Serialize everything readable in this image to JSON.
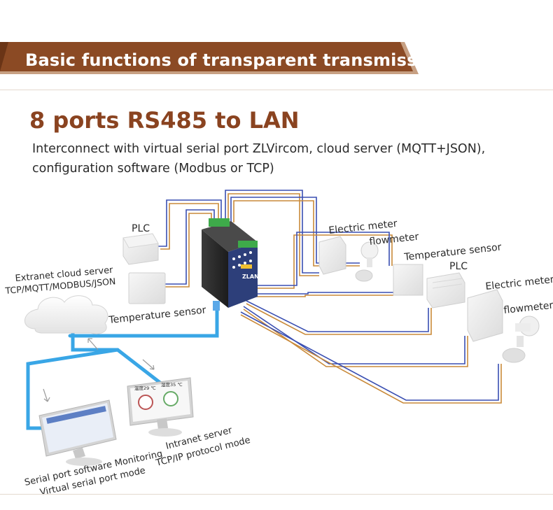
{
  "banner": {
    "title": "Basic functions of transparent transmission"
  },
  "heading": {
    "title": "8 ports RS485 to LAN",
    "subtitle_line1": "Interconnect with virtual serial port ZLVircom, cloud server (MQTT+JSON),",
    "subtitle_line2": "configuration software (Modbus or TCP)"
  },
  "colors": {
    "banner_bg": "#8b4a24",
    "banner_shadow": "#c7a083",
    "headline": "#8a4320",
    "wire_blue": "#3a4fb2",
    "wire_orange": "#c98a3a",
    "network_blue": "#39a6e6"
  },
  "device": {
    "brand": "ZLAN",
    "model": "ZLAN",
    "icon": "rs485-to-lan-converter-icon"
  },
  "left_devices": {
    "plc": "PLC",
    "temperature_sensor": "Temperature sensor",
    "cloud_line1": "Extranet cloud server",
    "cloud_line2": "TCP/MQTT/MODBUS/JSON"
  },
  "right_devices": {
    "electric_meter_1": "Electric meter",
    "flowmeter_1": "flowmeter",
    "temperature_sensor": "Temperature sensor",
    "plc": "PLC",
    "electric_meter_2": "Electric meter",
    "flowmeter_2": "flowmeter"
  },
  "computers": {
    "left_line1": "Serial port software Monitoring",
    "left_line2": "Virtual serial port mode",
    "right_line1": "Intranet server",
    "right_line2": "TCP/IP protocol mode",
    "gauge_text_1": "温度29 ℃",
    "gauge_text_2": "湿度35 ℃"
  }
}
